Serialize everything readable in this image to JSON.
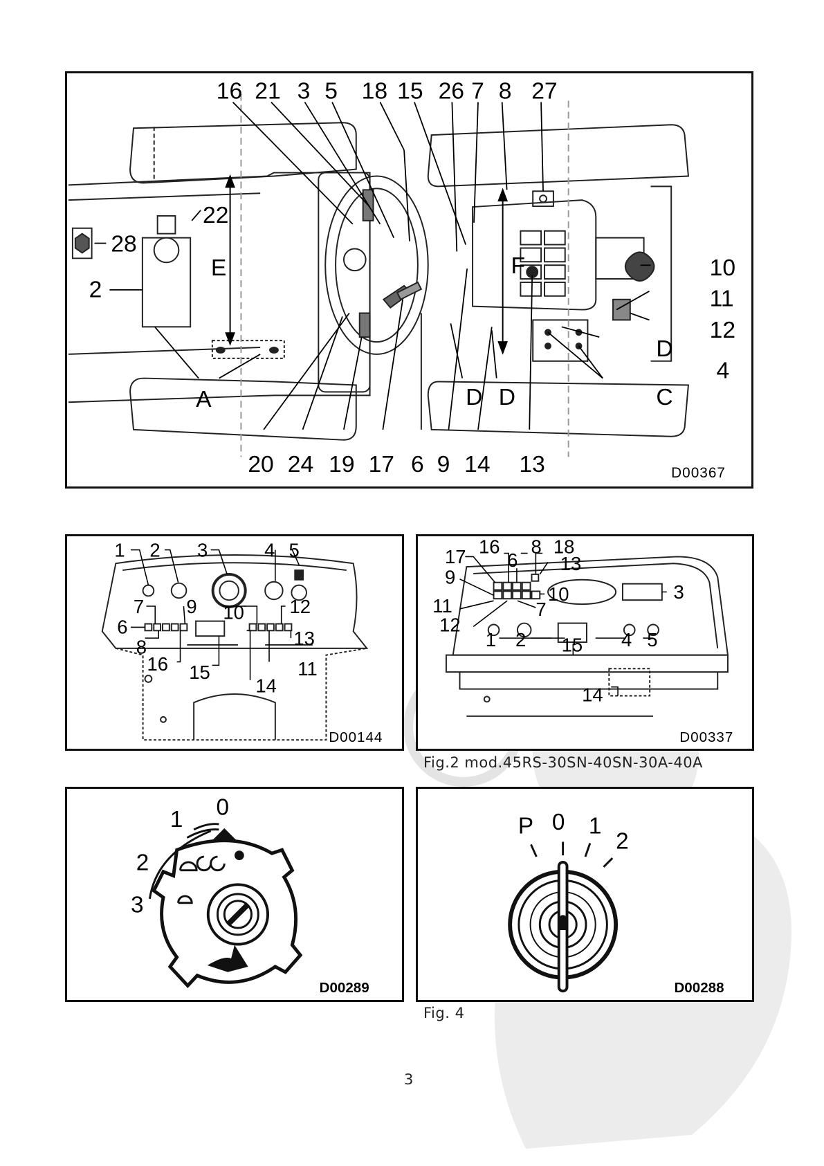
{
  "figure1": {
    "code": "D00367",
    "top_labels": [
      "16",
      "21",
      "3",
      "5",
      "18",
      "15",
      "26",
      "7",
      "8",
      "27"
    ],
    "bottom_labels": [
      "20",
      "24",
      "19",
      "17",
      "6",
      "9",
      "14",
      "13"
    ],
    "side_labels": {
      "l28": "28",
      "l2": "2",
      "l22": "22",
      "lE": "E",
      "lA": "A",
      "lF": "F",
      "l10": "10",
      "l11": "11",
      "l12": "12",
      "lD1": "D",
      "l4": "4",
      "lC": "C",
      "lD2": "D",
      "lD3": "D"
    }
  },
  "figure2a": {
    "code": "D00144",
    "labels": {
      "n1": "1",
      "n2": "2",
      "n3": "3",
      "n4": "4",
      "n5": "5",
      "n7": "7",
      "n9": "9",
      "n10": "10",
      "n12": "12",
      "n6": "6",
      "n8": "8",
      "n13": "13",
      "n16": "16",
      "n15": "15",
      "n14": "14",
      "n11": "11"
    }
  },
  "figure2b": {
    "code": "D00337",
    "labels": {
      "n17": "17",
      "n16": "16",
      "n8": "8",
      "n18": "18",
      "n6": "6",
      "n13": "13",
      "n9": "9",
      "n10": "10",
      "n3": "3",
      "n11": "11",
      "n7": "7",
      "n12": "12",
      "n1": "1",
      "n2": "2",
      "n15": "15",
      "n4": "4",
      "n5": "5",
      "n14": "14"
    }
  },
  "caption_fig2": "Fig.2 mod.45RS-30SN-40SN-30A-40A",
  "figure3": {
    "code": "D00289",
    "labels": {
      "p0": "0",
      "p1": "1",
      "p2": "2",
      "p3": "3"
    }
  },
  "figure4": {
    "code": "D00288",
    "labels": {
      "pP": "P",
      "p0": "0",
      "p1": "1",
      "p2": "2"
    }
  },
  "caption_fig4": "Fig. 4",
  "page_number": "3"
}
